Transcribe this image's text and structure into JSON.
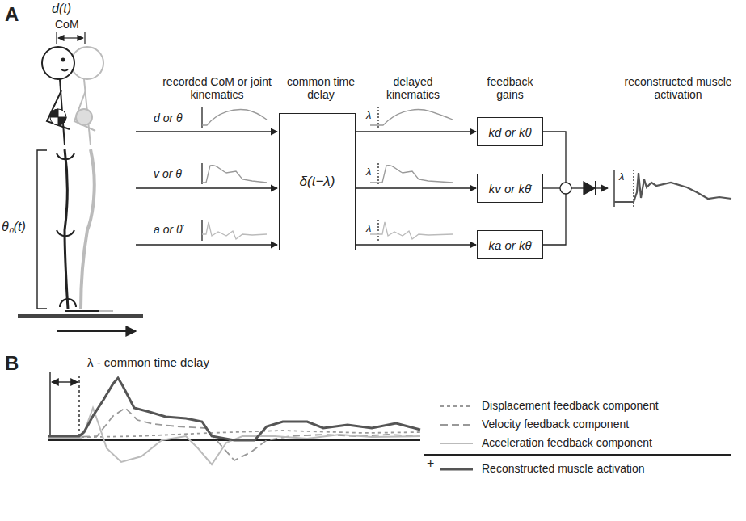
{
  "diagram": {
    "nodes": [
      {
        "text": [
          "δ(t−λ)"
        ]
      },
      {
        "text": [
          "kd or kθ"
        ]
      },
      {
        "text": [
          "kv or kθ̇"
        ]
      },
      {
        "text": [
          "ka or kθ̈"
        ]
      }
    ],
    "edges": [
      {
        "from": 0,
        "to": 1,
        "arrow": "to"
      },
      {
        "from": 0,
        "to": 2,
        "arrow": "to"
      },
      {
        "from": 0,
        "to": 3,
        "arrow": "to"
      }
    ],
    "labels": [
      "A",
      "d(t)",
      "CoM",
      "θₙ(t)",
      "recorded CoM or joint kinematics",
      "common time delay",
      "delayed kinematics",
      "feedback gains",
      "reconstructed muscle activation",
      "d or θ",
      "v or θ̇",
      "a or θ̈",
      "λ",
      "λ",
      "λ",
      "λ",
      "B",
      "λ - common time delay",
      "+"
    ],
    "legend": [
      {
        "text": "Displacement feedback component"
      },
      {
        "text": "Velocity feedback component"
      },
      {
        "text": "Acceleration feedback component"
      },
      {
        "text": "Reconstructed muscle activation"
      }
    ]
  }
}
